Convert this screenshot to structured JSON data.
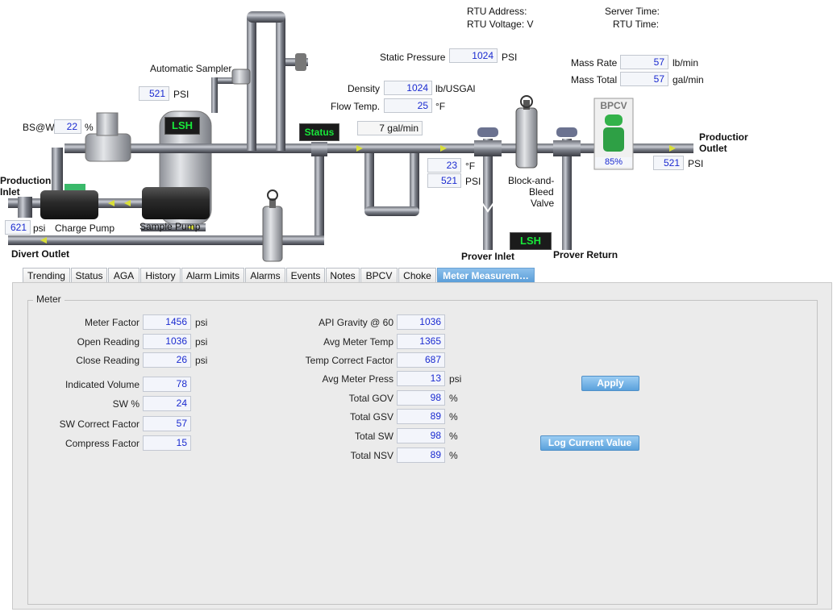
{
  "header": {
    "rtu_address_label": "RTU Address:",
    "rtu_voltage_label": "RTU Voltage: V",
    "server_time_label": "Server Time:",
    "rtu_time_label": "RTU Time:"
  },
  "diagram": {
    "automatic_sampler": "Automatic Sampler",
    "static_pressure_label": "Static Pressure",
    "static_pressure_value": "1024",
    "static_pressure_unit": "PSI",
    "mass_rate_label": "Mass Rate",
    "mass_rate_value": "57",
    "mass_rate_unit": "lb/min",
    "mass_total_label": "Mass Total",
    "mass_total_value": "57",
    "mass_total_unit": "gal/min",
    "sampler_psi_value": "521",
    "sampler_psi_unit": "PSI",
    "density_label": "Density",
    "density_value": "1024",
    "density_unit": "lb/USGAl",
    "flow_temp_label": "Flow Temp.",
    "flow_temp_value": "25",
    "flow_temp_unit": "°F",
    "bpcv_label": "BPCV",
    "bpcv_percent": "85%",
    "bsw_label": "BS@W",
    "bsw_value": "22",
    "bsw_unit": "%",
    "lsh_label": "LSH",
    "status_label": "Status",
    "flow_rate_value": "7 gal/min",
    "production_outlet": "Productior\nOutlet",
    "production_outlet_line1": "Productior",
    "production_outlet_line2": "Outlet",
    "outlet_psi_value": "521",
    "outlet_psi_unit": "PSI",
    "meter_temp_value": "23",
    "meter_temp_unit": "°F",
    "meter_psi_value": "521",
    "meter_psi_unit": "PSI",
    "block_bleed_line1": "Block-and-",
    "block_bleed_line2": "Bleed",
    "block_bleed_line3": "Valve",
    "production_inlet_line1": "Production",
    "production_inlet_line2": "Inlet",
    "charge_pump": "Charge Pump",
    "sample_pump": "Sample Pump",
    "inlet_psi_value": "621",
    "inlet_psi_unit": "psi",
    "divert_outlet": "Divert Outlet",
    "prover_inlet": "Prover Inlet",
    "prover_return": "Prover Return",
    "lsh2_label": "LSH"
  },
  "tabs": [
    {
      "label": "Trending"
    },
    {
      "label": "Status"
    },
    {
      "label": "AGA"
    },
    {
      "label": "History"
    },
    {
      "label": "Alarm Limits"
    },
    {
      "label": "Alarms"
    },
    {
      "label": "Events"
    },
    {
      "label": "Notes"
    },
    {
      "label": "BPCV"
    },
    {
      "label": "Choke"
    },
    {
      "label": "Meter Measurem…"
    }
  ],
  "meter": {
    "legend": "Meter",
    "left": [
      {
        "label": "Meter Factor",
        "value": "1456",
        "unit": "psi"
      },
      {
        "label": "Open Reading",
        "value": "1036",
        "unit": "psi"
      },
      {
        "label": "Close Reading",
        "value": "26",
        "unit": "psi"
      },
      {
        "label": "Indicated Volume",
        "value": "78",
        "unit": ""
      },
      {
        "label": "SW %",
        "value": "24",
        "unit": ""
      },
      {
        "label": "SW Correct Factor",
        "value": "57",
        "unit": ""
      },
      {
        "label": "Compress Factor",
        "value": "15",
        "unit": ""
      }
    ],
    "right": [
      {
        "label": "API Gravity @ 60",
        "value": "1036",
        "unit": ""
      },
      {
        "label": "Avg Meter Temp",
        "value": "1365",
        "unit": ""
      },
      {
        "label": "Temp Correct Factor",
        "value": "687",
        "unit": ""
      },
      {
        "label": "Avg Meter Press",
        "value": "13",
        "unit": "psi"
      },
      {
        "label": "Total GOV",
        "value": "98",
        "unit": "%"
      },
      {
        "label": "Total GSV",
        "value": "89",
        "unit": "%"
      },
      {
        "label": "Total SW",
        "value": "98",
        "unit": "%"
      },
      {
        "label": "Total NSV",
        "value": "89",
        "unit": "%"
      }
    ],
    "apply_label": "Apply",
    "log_label": "Log Current Value"
  }
}
